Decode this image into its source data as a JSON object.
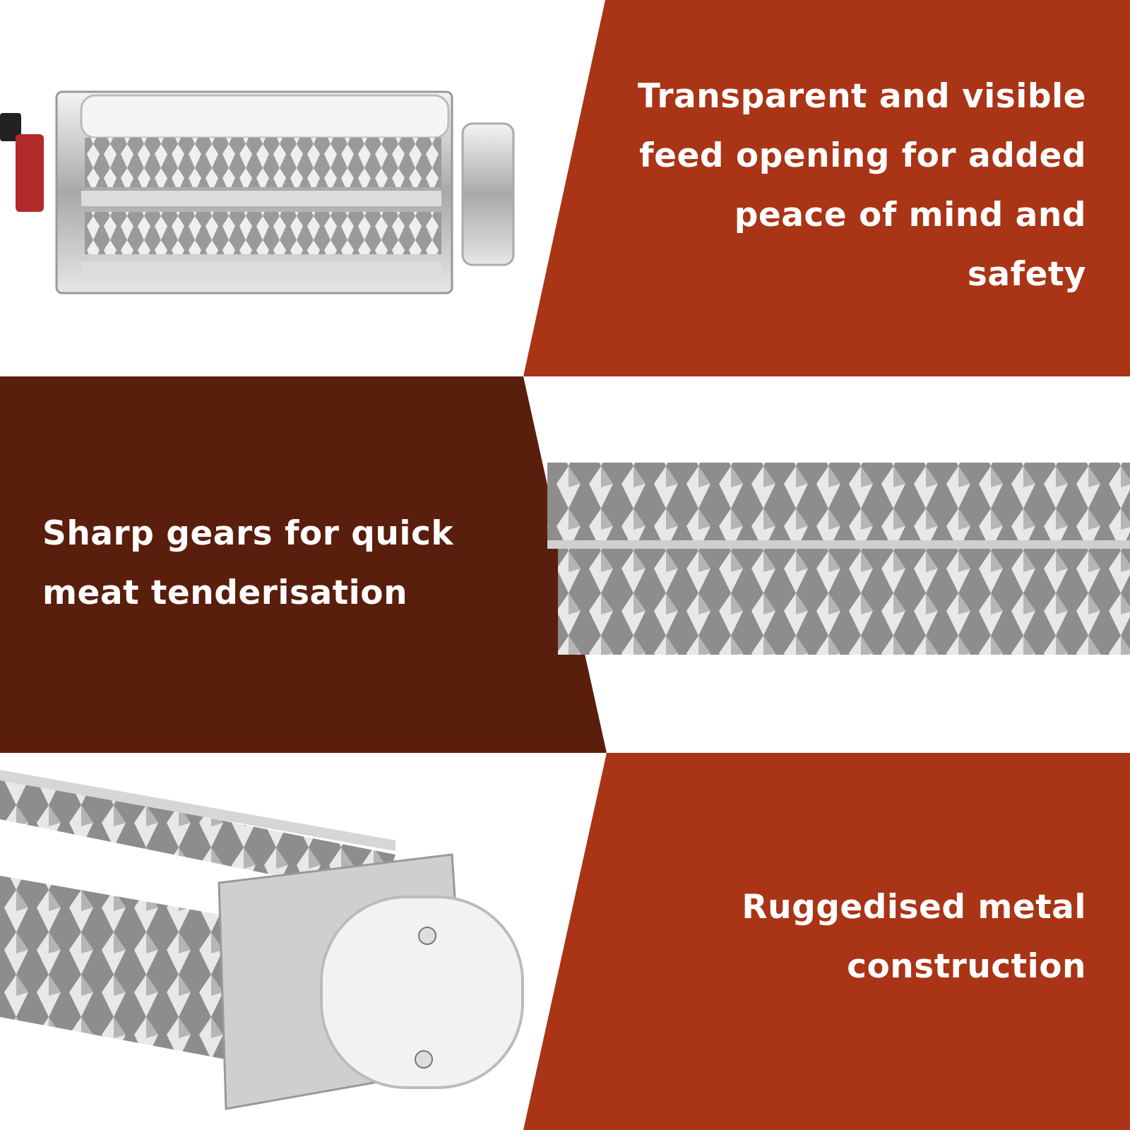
{
  "colors": {
    "accent_red": "#A93416",
    "dark_brown": "#5A1E0C",
    "background": "#FFFFFF"
  },
  "panels": [
    {
      "caption_lines": [
        "Transparent and visible",
        "feed opening for added",
        "peace of mind and",
        "safety"
      ],
      "image": "tenderizer-attachment-side-view"
    },
    {
      "caption_lines": [
        "Sharp gears for quick",
        "meat tenderisation"
      ],
      "image": "sharp-gear-rollers-closeup"
    },
    {
      "caption_lines": [
        "Ruggedised metal",
        "construction"
      ],
      "image": "metal-housing-closeup"
    }
  ]
}
